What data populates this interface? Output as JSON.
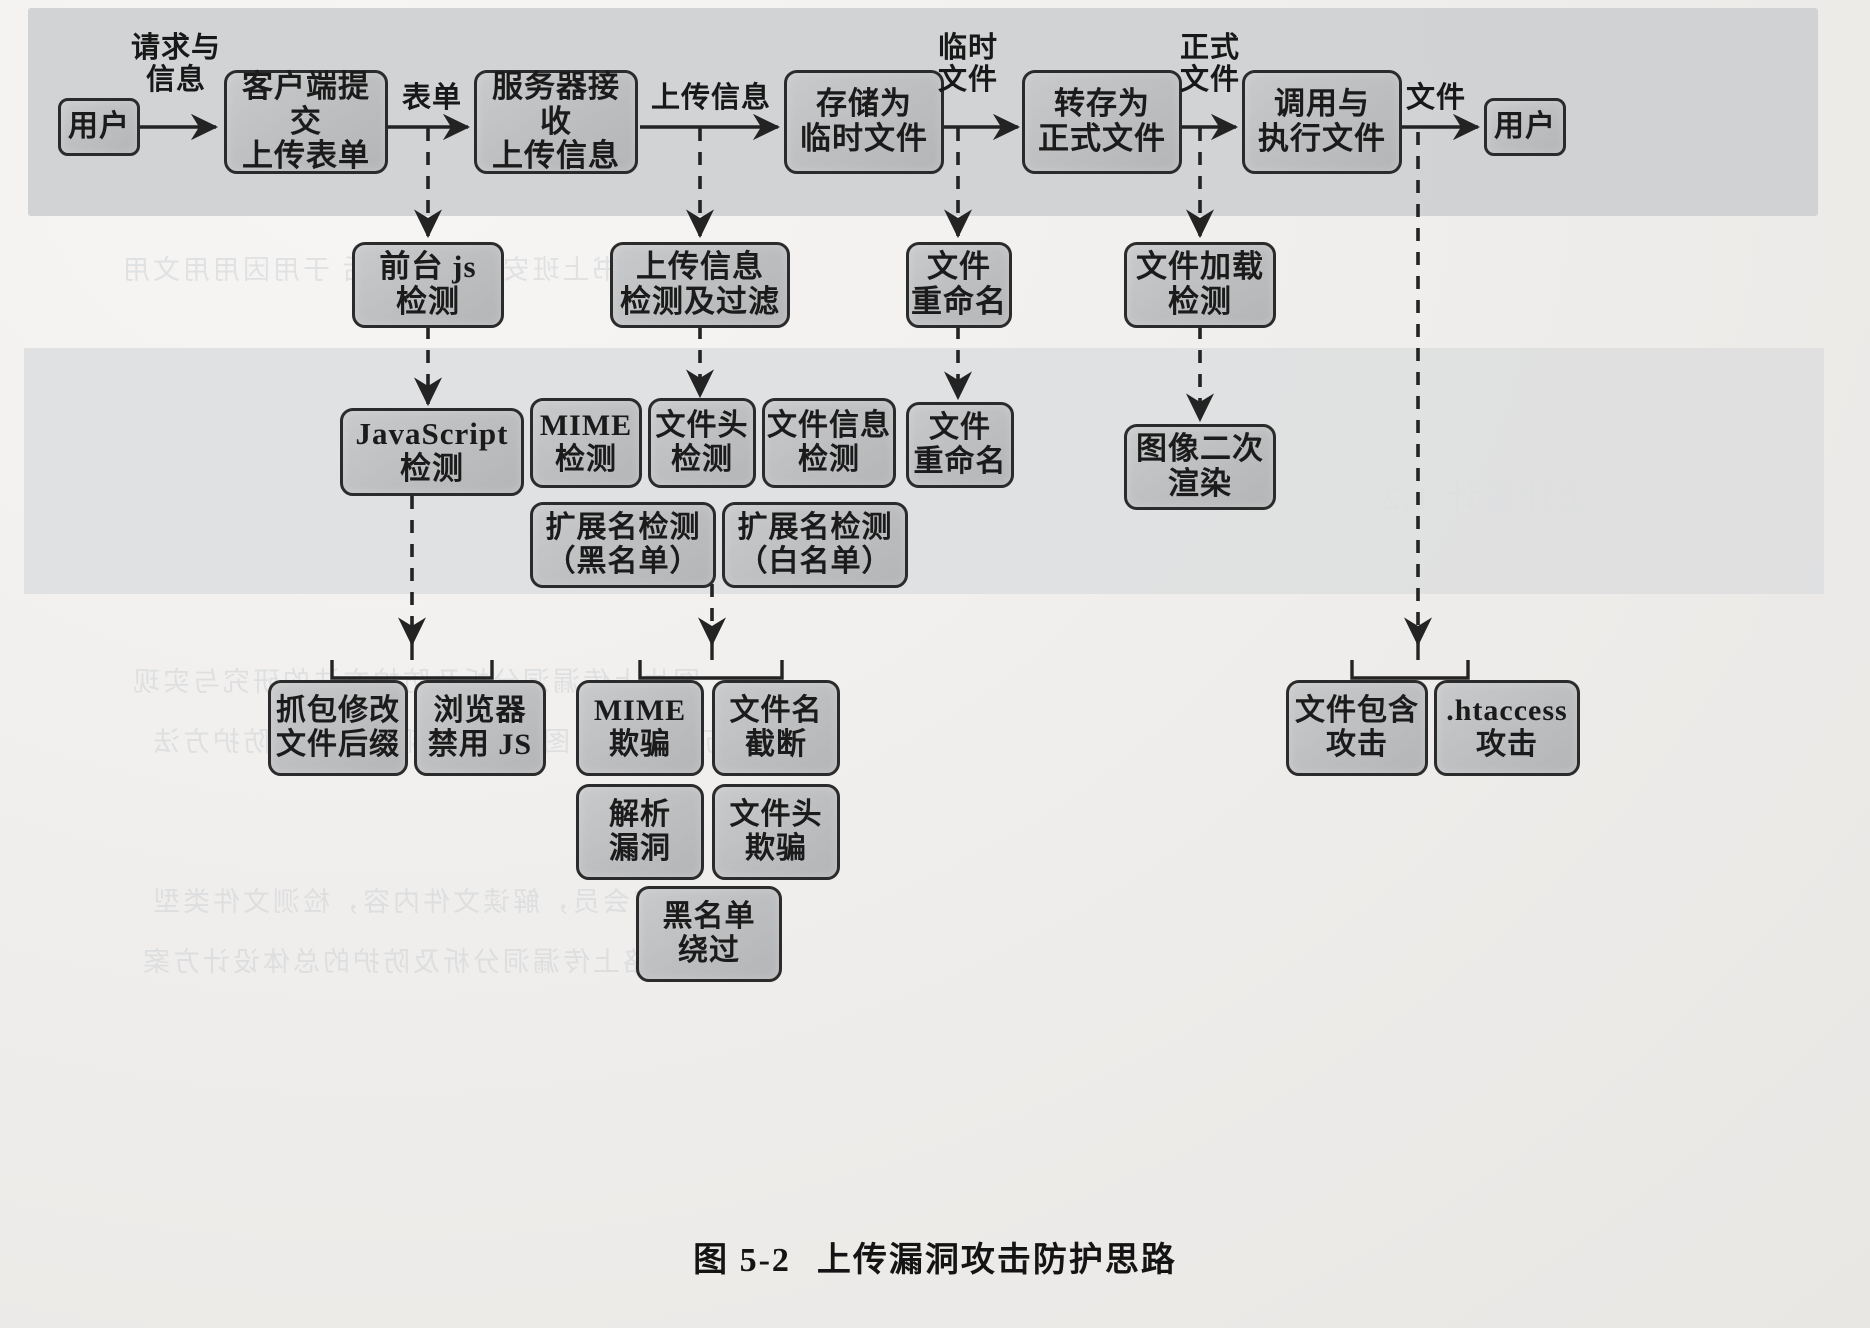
{
  "figure": {
    "caption_number": "图 5-2",
    "caption_title": "上传漏洞攻击防护思路"
  },
  "flow": {
    "row1_title": "upload-process-flow",
    "nodes": [
      {
        "id": "user-start",
        "lines": [
          "用户"
        ]
      },
      {
        "id": "client-submit",
        "lines": [
          "客户端提交",
          "上传表单"
        ]
      },
      {
        "id": "server-receive",
        "lines": [
          "服务器接收",
          "上传信息"
        ]
      },
      {
        "id": "store-temp",
        "lines": [
          "存储为",
          "临时文件"
        ]
      },
      {
        "id": "move-formal",
        "lines": [
          "转存为",
          "正式文件"
        ]
      },
      {
        "id": "invoke-execute",
        "lines": [
          "调用与",
          "执行文件"
        ]
      },
      {
        "id": "user-end",
        "lines": [
          "用户"
        ]
      }
    ],
    "edge_labels": [
      {
        "id": "request-info",
        "lines": [
          "请求与",
          "信息"
        ]
      },
      {
        "id": "form",
        "lines": [
          "表单"
        ]
      },
      {
        "id": "upload-info",
        "lines": [
          "上传信息"
        ]
      },
      {
        "id": "temp-file",
        "lines": [
          "临时",
          "文件"
        ]
      },
      {
        "id": "formal-file",
        "lines": [
          "正式",
          "文件"
        ]
      },
      {
        "id": "file",
        "lines": [
          "文件"
        ]
      }
    ]
  },
  "defense_row": {
    "nodes": [
      {
        "id": "frontend-js-check",
        "lines": [
          "前台 js",
          "检测"
        ]
      },
      {
        "id": "upload-info-filter",
        "lines": [
          "上传信息",
          "检测及过滤"
        ]
      },
      {
        "id": "file-rename",
        "lines": [
          "文件",
          "重命名"
        ]
      },
      {
        "id": "file-load-check",
        "lines": [
          "文件加载",
          "检测"
        ]
      }
    ]
  },
  "detail_row": {
    "nodes": [
      {
        "id": "javascript-check",
        "lines": [
          "JavaScript",
          "检测"
        ]
      },
      {
        "id": "mime-check",
        "lines": [
          "MIME",
          "检测"
        ]
      },
      {
        "id": "file-header-check",
        "lines": [
          "文件头",
          "检测"
        ]
      },
      {
        "id": "file-info-check",
        "lines": [
          "文件信息",
          "检测"
        ]
      },
      {
        "id": "file-rename-detail",
        "lines": [
          "文件",
          "重命名"
        ]
      },
      {
        "id": "image-rerender",
        "lines": [
          "图像二次",
          "渲染"
        ]
      },
      {
        "id": "ext-check-blacklist",
        "lines": [
          "扩展名检测",
          "（黑名单）"
        ]
      },
      {
        "id": "ext-check-whitelist",
        "lines": [
          "扩展名检测",
          "（白名单）"
        ]
      }
    ]
  },
  "attack_row": {
    "nodes": [
      {
        "id": "packet-modify-suffix",
        "lines": [
          "抓包修改",
          "文件后缀"
        ]
      },
      {
        "id": "browser-disable-js",
        "lines": [
          "浏览器",
          "禁用 JS"
        ]
      },
      {
        "id": "mime-spoof",
        "lines": [
          "MIME",
          "欺骗"
        ]
      },
      {
        "id": "filename-truncate",
        "lines": [
          "文件名",
          "截断"
        ]
      },
      {
        "id": "parse-vulnerability",
        "lines": [
          "解析",
          "漏洞"
        ]
      },
      {
        "id": "file-header-spoof",
        "lines": [
          "文件头",
          "欺骗"
        ]
      },
      {
        "id": "blacklist-bypass",
        "lines": [
          "黑名单",
          "绕过"
        ]
      },
      {
        "id": "file-include-attack",
        "lines": [
          "文件包含",
          "攻击"
        ]
      },
      {
        "id": "htaccess-attack",
        "lines": [
          ".htaccess",
          "攻击"
        ]
      }
    ]
  },
  "colors": {
    "box_fill": "#c2c3c5",
    "box_border": "#2b2b2b",
    "page_bg": "#efedeb",
    "band_gray": "#cfd1d3"
  },
  "background_text": {
    "ghost_lines": [
      "文书上班安 目下文之后  于用因用用文用",
      "上计设计 1.2",
      "图片上传漏洞分析及防护方法的研究与实现",
      "察看万同直看者 图片上传漏洞分析及其防护方法",
      "看看 万有会员，解读文件内容，检测文件类型",
      "防护思路上传漏洞分析及防护的总体设计方案"
    ]
  }
}
